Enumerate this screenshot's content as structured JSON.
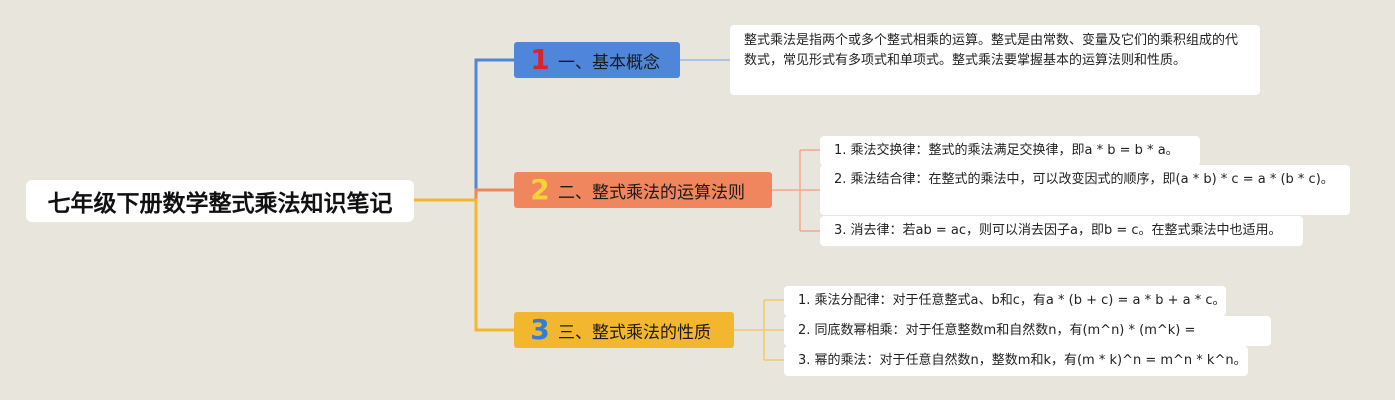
{
  "root": {
    "title": "七年级下册数学整式乘法知识笔记"
  },
  "branches": [
    {
      "num": "1",
      "label": "一、基本概念",
      "children": [
        "整式乘法是指两个或多个整式相乘的运算。整式是由常数、变量及它们的乘积组成的代数式，常见形式有多项式和单项式。整式乘法要掌握基本的运算法则和性质。"
      ]
    },
    {
      "num": "2",
      "label": "二、整式乘法的运算法则",
      "children": [
        "1. 乘法交换律：整式的乘法满足交换律，即a * b = b * a。",
        "2. 乘法结合律：在整式的乘法中，可以改变因式的顺序，即(a * b) * c = a * (b * c)。",
        "3. 消去律：若ab = ac，则可以消去因子a，即b = c。在整式乘法中也适用。"
      ]
    },
    {
      "num": "3",
      "label": "三、整式乘法的性质",
      "children": [
        "1. 乘法分配律：对于任意整式a、b和c，有a * (b + c) = a * b + a * c。",
        "2. 同底数幂相乘：对于任意整数m和自然数n，有(m^n) * (m^k) =",
        "3. 幂的乘法：对于任意自然数n，整数m和k，有(m * k)^n = m^n * k^n。"
      ]
    }
  ],
  "colors": {
    "background": "#e8e5dd",
    "branch1": "#4f86d9",
    "branch2": "#f0865e",
    "branch3": "#f2b72e"
  }
}
